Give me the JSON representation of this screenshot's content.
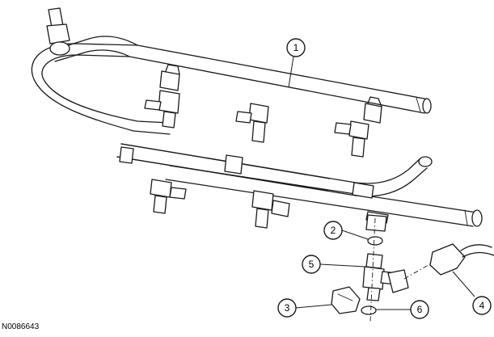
{
  "figure_id": "N0086643",
  "callouts": {
    "c1": "1",
    "c2": "2",
    "c3": "3",
    "c4": "4",
    "c5": "5",
    "c6": "6"
  }
}
